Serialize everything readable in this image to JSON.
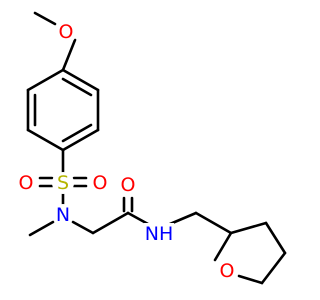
{
  "colors": {
    "bond": "#000000",
    "O": "#ff0000",
    "N": "#0000ff",
    "S": "#b5b500"
  },
  "atoms": [
    {
      "id": "o_methoxy",
      "label": "O",
      "element": "O"
    },
    {
      "id": "s_sulfonyl",
      "label": "S",
      "element": "S"
    },
    {
      "id": "o_sulfonyl_left",
      "label": "O",
      "element": "O"
    },
    {
      "id": "o_sulfonyl_right",
      "label": "O",
      "element": "O"
    },
    {
      "id": "n_sulfonamide",
      "label": "N",
      "element": "N"
    },
    {
      "id": "o_carbonyl",
      "label": "O",
      "element": "O"
    },
    {
      "id": "n_amide",
      "label": "NH",
      "element": "N"
    },
    {
      "id": "o_ring",
      "label": "O",
      "element": "O"
    }
  ]
}
